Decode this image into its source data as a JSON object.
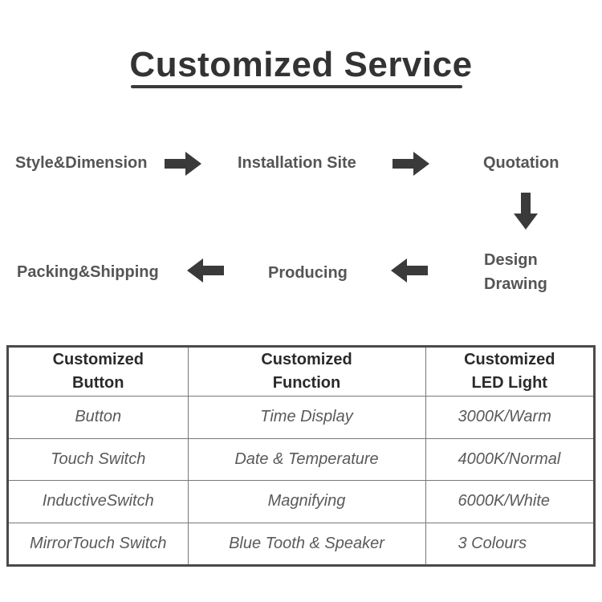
{
  "title": "Customized Service",
  "flow": {
    "steps": [
      "Style&Dimension",
      "Installation Site",
      "Quotation",
      "Design\nDrawing",
      "Producing",
      "Packing&Shipping"
    ],
    "arrow_color": "#3a3a3a",
    "arrow_icon": "block-arrow-icon"
  },
  "table": {
    "headers": [
      [
        "Customized",
        "Button"
      ],
      [
        "Customized",
        "Function"
      ],
      [
        "Customized",
        "LED Light"
      ]
    ],
    "rows": [
      [
        "Button",
        "Time Display",
        "3000K/Warm"
      ],
      [
        "Touch Switch",
        "Date & Temperature",
        "4000K/Normal"
      ],
      [
        "InductiveSwitch",
        "Magnifying",
        "6000K/White"
      ],
      [
        "MirrorTouch Switch",
        "Blue Tooth & Speaker",
        "3 Colours"
      ]
    ]
  }
}
